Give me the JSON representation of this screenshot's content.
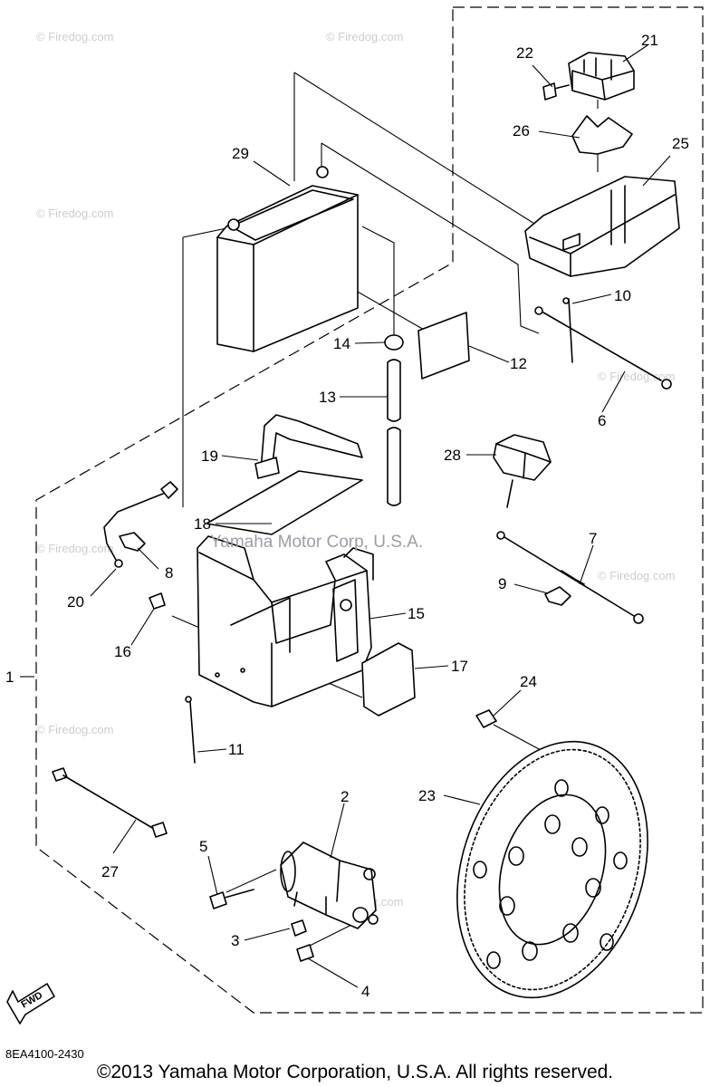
{
  "diagram": {
    "callouts": [
      "1",
      "2",
      "3",
      "4",
      "5",
      "6",
      "7",
      "8",
      "9",
      "10",
      "11",
      "12",
      "13",
      "14",
      "15",
      "16",
      "17",
      "18",
      "19",
      "20",
      "21",
      "22",
      "23",
      "24",
      "25",
      "26",
      "27",
      "28",
      "29"
    ],
    "watermark": "Yamaha Motor Corp, U.S.A.",
    "site_watermark": "© Firedog.com",
    "fwd_label": "FWD",
    "code": "8EA4100-2430",
    "copyright": "©2013 Yamaha Motor Corporation, U.S.A. All rights reserved."
  }
}
